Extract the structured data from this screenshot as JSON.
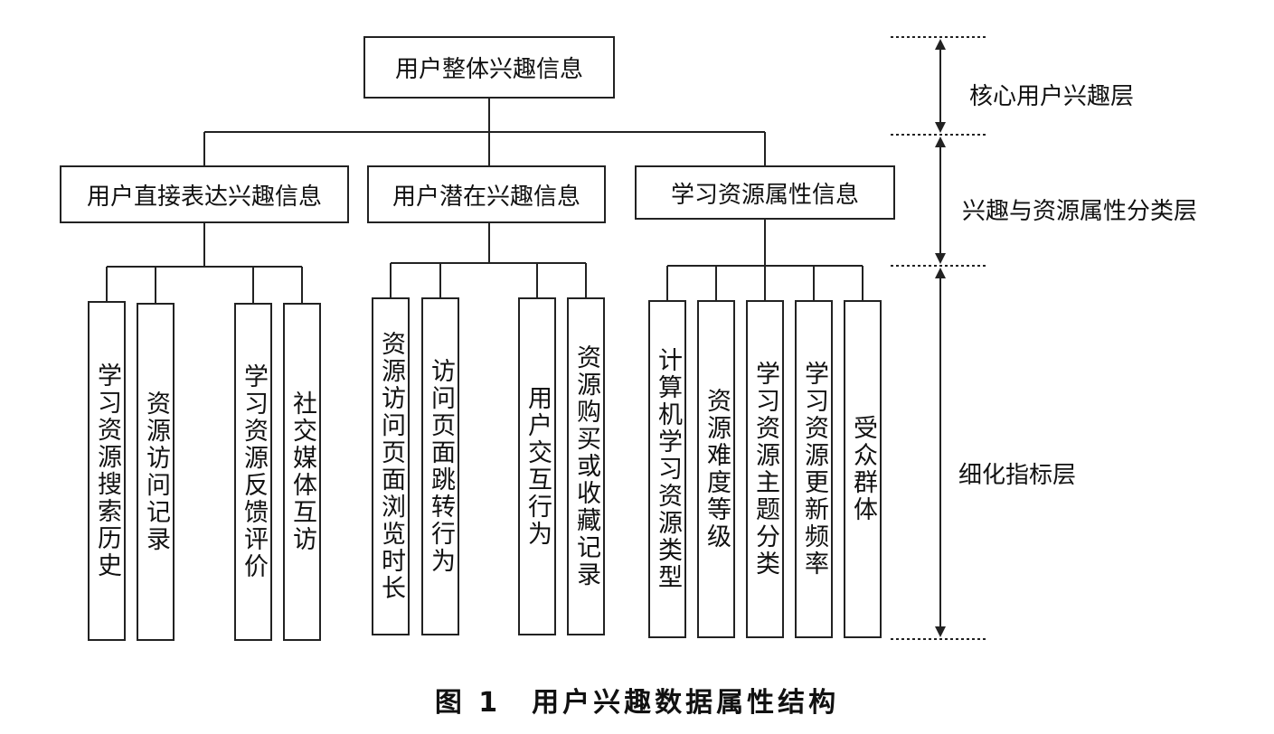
{
  "diagram": {
    "root": "用户整体兴趣信息",
    "categories": [
      {
        "label": "用户直接表达兴趣信息",
        "indicators": [
          "学习资源搜索历史",
          "资源访问记录",
          "学习资源反馈评价",
          "社交媒体互访"
        ]
      },
      {
        "label": "用户潜在兴趣信息",
        "indicators": [
          "资源访问页面浏览时长",
          "访问页面跳转行为",
          "用户交互行为",
          "资源购买或收藏记录"
        ]
      },
      {
        "label": "学习资源属性信息",
        "indicators": [
          "计算机学习资源类型",
          "资源难度等级",
          "学习资源主题分类",
          "学习资源更新频率",
          "受众群体"
        ]
      }
    ],
    "layers": [
      "核心用户兴趣层",
      "兴趣与资源属性分类层",
      "细化指标层"
    ],
    "caption": "图 1　用户兴趣数据属性结构"
  }
}
